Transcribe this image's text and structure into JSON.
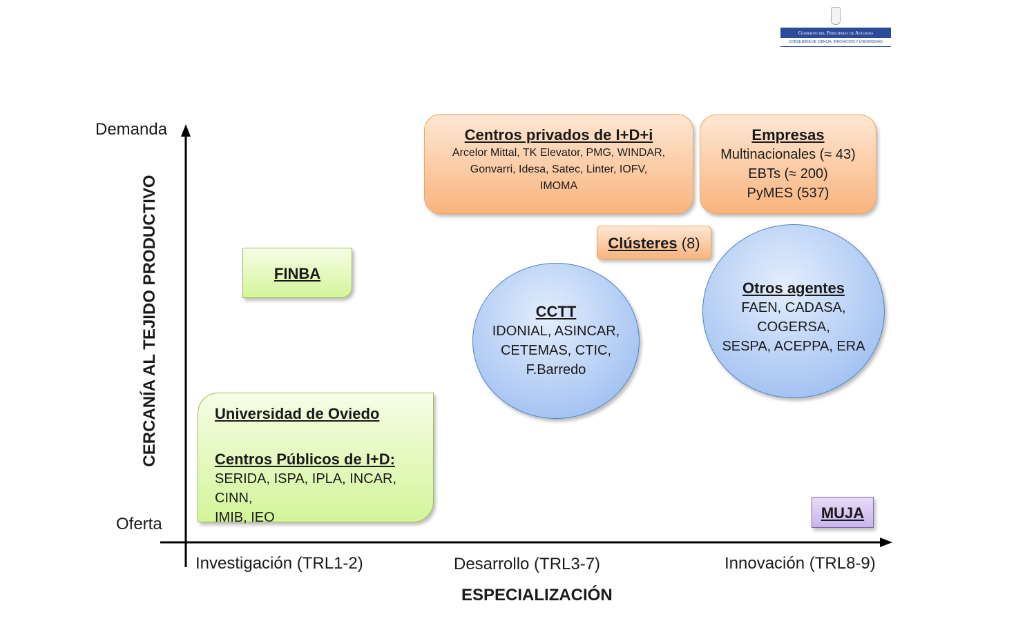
{
  "logo": {
    "line1": "Gobierno del Principado de Asturias",
    "line2": "Consejería de Ciencia, Innovación y Universidad"
  },
  "axes": {
    "y_top": "Demanda",
    "y_bottom": "Oferta",
    "y_title": "CERCANÍA AL TEJIDO PRODUCTIVO",
    "x_ticks": [
      "Investigación (TRL1-2)",
      "Desarrollo (TRL3-7)",
      "Innovación (TRL8-9)"
    ],
    "x_title": "ESPECIALIZACIÓN"
  },
  "boxes": {
    "centros_privados": {
      "title": "Centros privados de I+D+i",
      "lines": [
        "Arcelor Mittal, TK Elevator, PMG, WINDAR,",
        "Gonvarri, Idesa, Satec, Linter, IOFV,",
        "IMOMA"
      ]
    },
    "empresas": {
      "title": "Empresas",
      "lines": [
        "Multinacionales (≈ 43)",
        "EBTs (≈ 200)",
        "PyMES (537)"
      ]
    },
    "clusteres": {
      "title": "Clústeres",
      "count": "(8)"
    },
    "finba": {
      "title": "FINBA"
    },
    "ccti": {
      "title": "CCTT",
      "lines": [
        "IDONIAL, ASINCAR,",
        "CETEMAS, CTIC,",
        "F.Barredo"
      ]
    },
    "otros": {
      "title": "Otros agentes",
      "lines": [
        "FAEN, CADASA, COGERSA,",
        "SESPA, ACEPPA, ERA"
      ]
    },
    "universidad": {
      "title": "Universidad de Oviedo",
      "subtitle": "Centros Públicos de I+D:",
      "lines": [
        "SERIDA, ISPA, IPLA, INCAR, CINN,",
        "IMIB, IEO"
      ]
    },
    "muja": {
      "title": "MUJA"
    }
  }
}
